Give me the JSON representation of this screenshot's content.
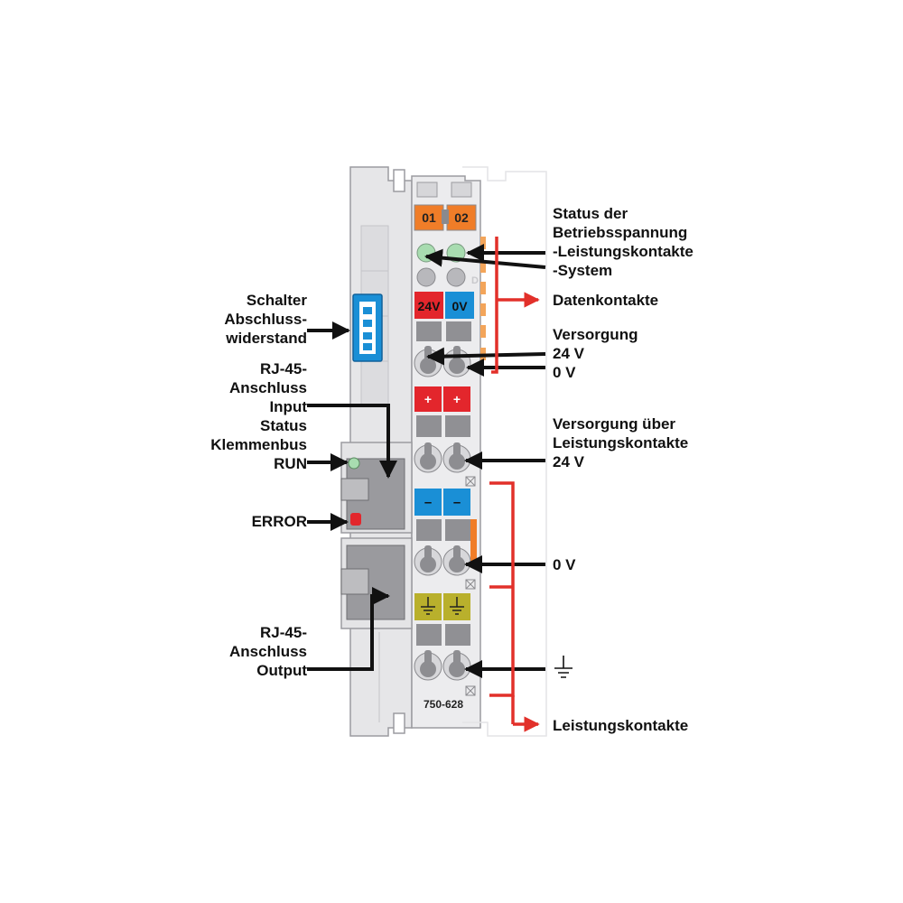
{
  "device": {
    "model": "750-628",
    "led_labels": [
      "01",
      "02"
    ],
    "supply_24v": "24V",
    "supply_0v": "0V",
    "plus": "+",
    "minus": "–",
    "led_d": "D"
  },
  "labels_left": {
    "switch_1": "Schalter",
    "switch_2": "Abschluss-",
    "switch_3": "widerstand",
    "rj45_in_1": "RJ-45-",
    "rj45_in_2": "Anschluss",
    "rj45_in_3": "Input",
    "status_1": "Status",
    "status_2": "Klemmenbus",
    "status_3": "RUN",
    "error": "ERROR",
    "rj45_out_1": "RJ-45-",
    "rj45_out_2": "Anschluss",
    "rj45_out_3": "Output"
  },
  "labels_right": {
    "status_1": "Status der",
    "status_2": "Betriebsspannung",
    "status_3": "-Leistungskontakte",
    "status_4": "-System",
    "data_contacts": "Datenkontakte",
    "supply_1": "Versorgung",
    "supply_2": "24 V",
    "supply_3": "0 V",
    "supply_pc_1": "Versorgung über",
    "supply_pc_2": "Leistungskontakte",
    "supply_pc_3": "24 V",
    "zero_v": "0 V",
    "power_contacts": "Leistungskontakte"
  },
  "colors": {
    "housing": "#e6e6e8",
    "housing_dark": "#d2d2d4",
    "outline": "#9b9ba0",
    "led_orange": "#f07d28",
    "led_green": "#a8dcb0",
    "red": "#e3262c",
    "blue": "#1a8fd6",
    "ground": "#b9b02c",
    "clamp": "#909094",
    "arrow_red": "#e2302a"
  }
}
